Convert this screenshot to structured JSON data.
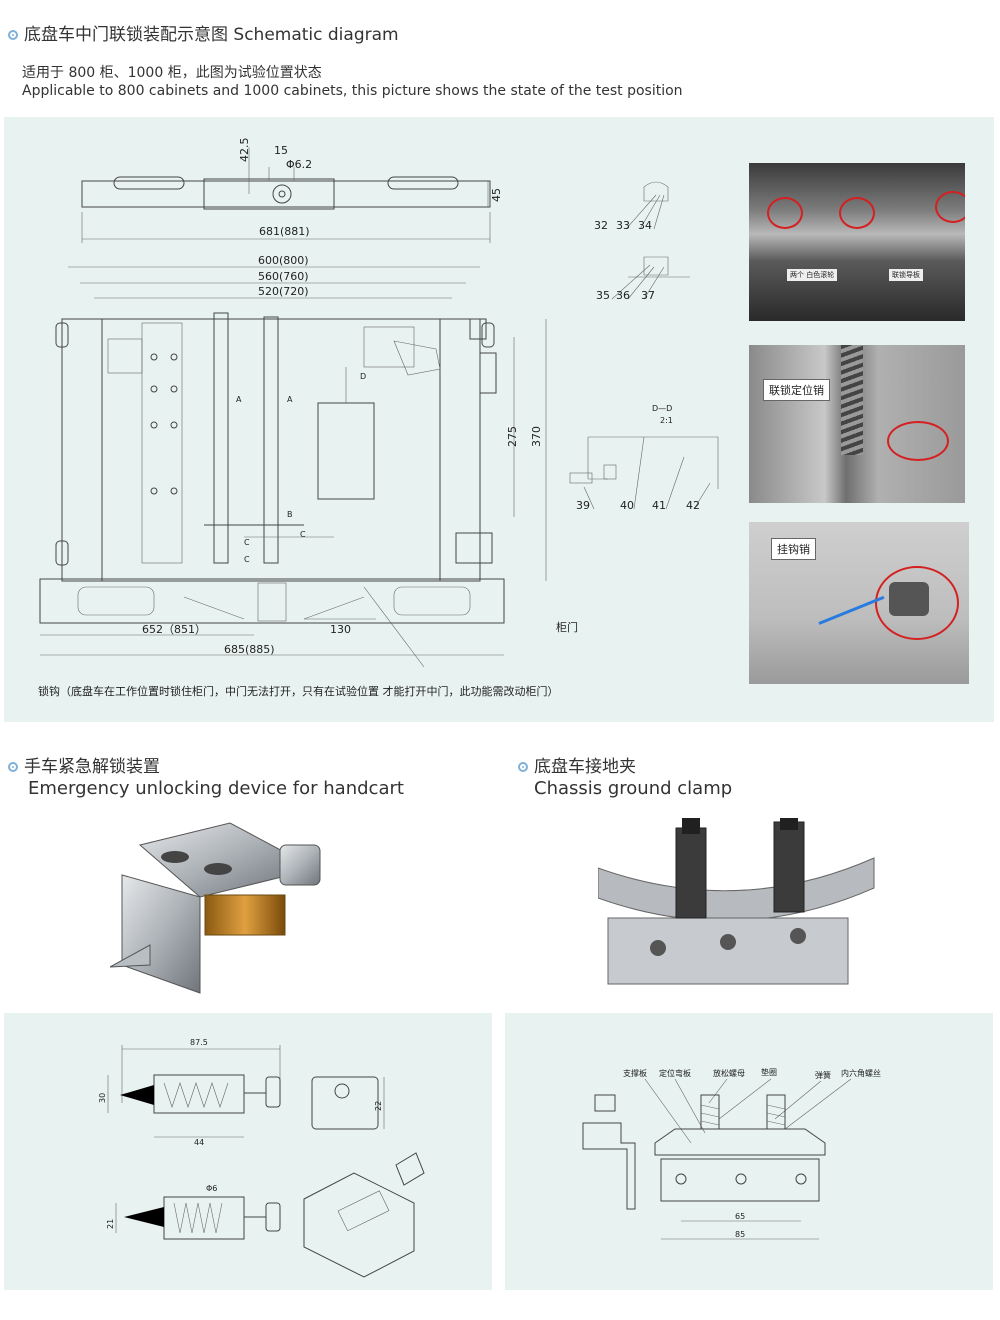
{
  "section1": {
    "title": "底盘车中门联锁装配示意图 Schematic diagram",
    "subtitle_cn": "适用于 800 柜、1000 柜，此图为试验位置状态",
    "subtitle_en": "Applicable to 800 cabinets and 1000 cabinets, this picture shows the state of the test position"
  },
  "main_drawing": {
    "dims": {
      "d42_5": "42.5",
      "d15": "15",
      "phi6_2": "Φ6.2",
      "d45": "45",
      "d681": "681(881)",
      "d600": "600(800)",
      "d560": "560(760)",
      "d520": "520(720)",
      "d275": "275",
      "d370": "370",
      "d652": "652（851）",
      "d130": "130",
      "d685": "685(885)"
    },
    "labels": {
      "A1": "A",
      "A2": "A",
      "B": "B",
      "C1": "C",
      "C2": "C",
      "C3": "C",
      "D": "D",
      "door": "柜门"
    },
    "note": "锁钩（底盘车在工作位置时锁住柜门，中门无法打开，只有在试验位置 才能打开中门，此功能需改动柜门）"
  },
  "details": {
    "dd_title": "D—D",
    "dd_scale": "2:1",
    "parts_a": [
      "32",
      "33",
      "34"
    ],
    "parts_b": [
      "35",
      "36",
      "37"
    ],
    "parts_c": [
      "39",
      "40",
      "41",
      "42"
    ]
  },
  "photos": {
    "photo1_labels": [
      "两个 白色滚轮",
      "联锁导板"
    ],
    "photo2_label": "联锁定位销",
    "photo3_label": "挂钩销"
  },
  "section2": {
    "title_cn": "手车紧急解锁装置",
    "title_en": "Emergency unlocking device for handcart",
    "dims": {
      "d87_5": "87.5",
      "d30": "30",
      "d44": "44",
      "d22": "22",
      "phi6": "Φ6",
      "d21": "21"
    }
  },
  "section3": {
    "title_cn": "底盘车接地夹",
    "title_en": "Chassis ground clamp",
    "labels": [
      "支撑板",
      "定位弯板",
      "放松螺母",
      "垫圈",
      "弹簧",
      "内六角螺丝"
    ],
    "dims": {
      "d65": "65",
      "d85": "85"
    }
  },
  "colors": {
    "panel_bg": "#e8f3f1",
    "bullet": "#7fb0d8",
    "callout_red": "#d42020",
    "arrow_blue": "#2a7be0"
  }
}
